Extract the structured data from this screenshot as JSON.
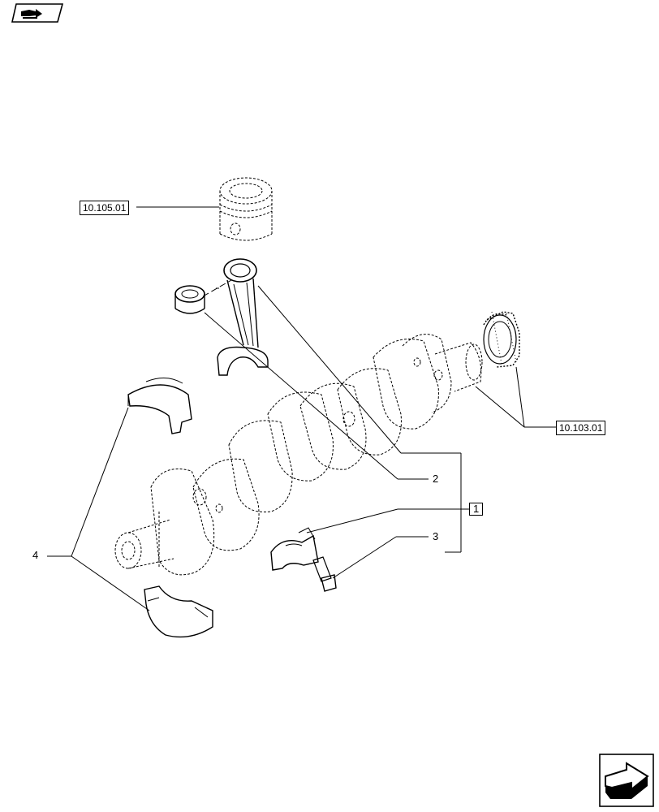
{
  "references": {
    "piston": "10.105.01",
    "gear": "10.103.01"
  },
  "callouts": {
    "c1": "1",
    "c2": "2",
    "c3": "3",
    "c4": "4"
  },
  "icons": {
    "top_left": "back-arrow-icon",
    "bottom_right": "next-page-icon"
  },
  "colors": {
    "line": "#000000",
    "background": "#ffffff"
  }
}
